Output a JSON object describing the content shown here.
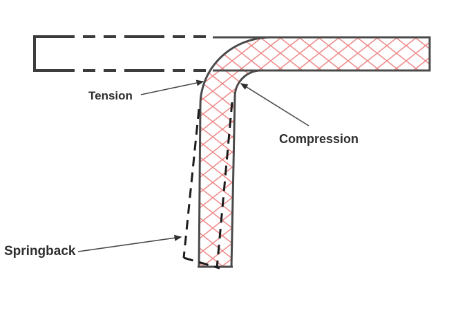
{
  "diagram": {
    "type": "sheet-metal-bending-springback-diagram",
    "labels": {
      "tension": "Tension",
      "compression": "Compression",
      "springback": "Springback"
    },
    "colors": {
      "hatch_red": "#ee8a8a",
      "outline_gray": "#4a4a4a",
      "phantom_gray": "#3c3c3c",
      "springback_dash": "#1c1c1c",
      "arrow_gray": "#4a4a4a",
      "label_text": "#2e2e2e",
      "background": "#ffffff"
    }
  }
}
